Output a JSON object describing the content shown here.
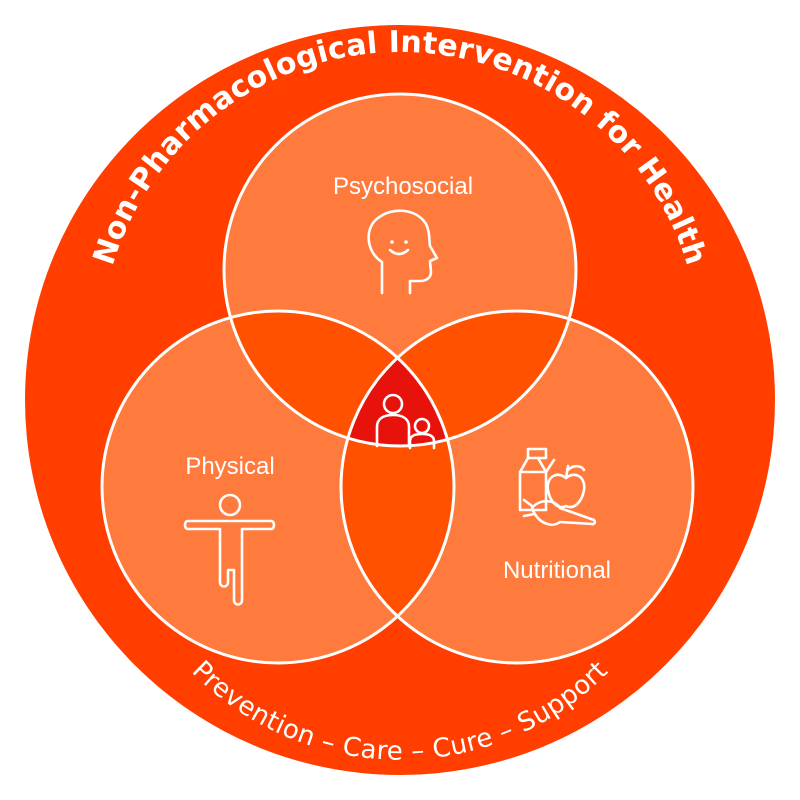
{
  "diagram": {
    "title": "Non-Pharmacological Intervention for Health",
    "tagline": "Prevention – Care – Cure – Support",
    "sets": [
      {
        "label": "Psychosocial",
        "icon": "head-smile-icon"
      },
      {
        "label": "Physical",
        "icon": "person-stretch-icon"
      },
      {
        "label": "Nutritional",
        "icon": "food-milk-apple-carrot-icon"
      }
    ],
    "center_icon": "family-icon",
    "colors": {
      "outer": "#FF3E00",
      "circle_fill": "#FF7A3D",
      "overlap": "#FF5100",
      "center": "#E8120C",
      "line": "#FFFFFF"
    }
  }
}
